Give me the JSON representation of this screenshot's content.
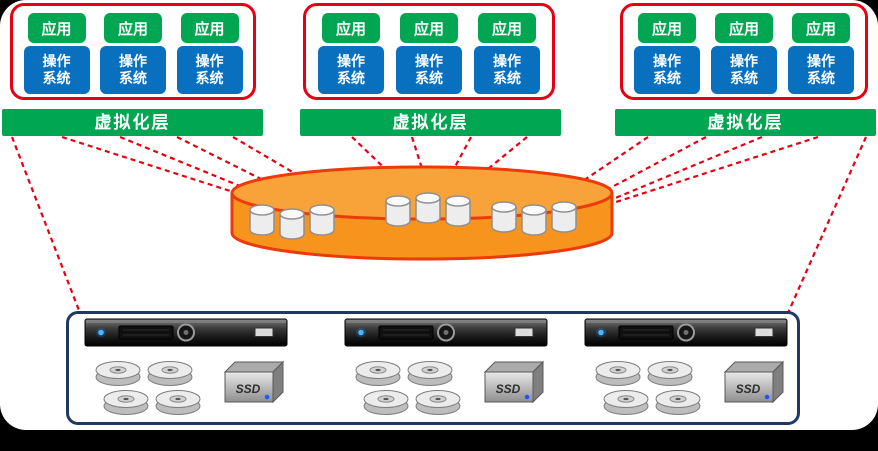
{
  "vm_groups": [
    {
      "vms": [
        {
          "app": "应用",
          "os": "操作系统"
        },
        {
          "app": "应用",
          "os": "操作系统"
        },
        {
          "app": "应用",
          "os": "操作系统"
        }
      ]
    },
    {
      "vms": [
        {
          "app": "应用",
          "os": "操作系统"
        },
        {
          "app": "应用",
          "os": "操作系统"
        },
        {
          "app": "应用",
          "os": "操作系统"
        }
      ]
    },
    {
      "vms": [
        {
          "app": "应用",
          "os": "操作系统"
        },
        {
          "app": "应用",
          "os": "操作系统"
        },
        {
          "app": "应用",
          "os": "操作系统"
        }
      ]
    }
  ],
  "virtualization_layers": [
    "虚拟化层",
    "虚拟化层",
    "虚拟化层"
  ],
  "storage_pool": {
    "disk_clusters": 3,
    "disks_per_cluster": 3
  },
  "servers": [
    {
      "hdd_count": 4,
      "ssd_count": 1,
      "ssd_label": "SSD"
    },
    {
      "hdd_count": 4,
      "ssd_count": 1,
      "ssd_label": "SSD"
    },
    {
      "hdd_count": 4,
      "ssd_count": 1,
      "ssd_label": "SSD"
    }
  ],
  "colors": {
    "app_green": "#00A651",
    "os_blue": "#0970C0",
    "virt_layer_green": "#00A651",
    "frame_red": "#E60012",
    "connector_red": "#E60012",
    "pool_fill": "#F7941E",
    "pool_stroke": "#ED3A0C",
    "enclosure_navy": "#1F3864"
  }
}
